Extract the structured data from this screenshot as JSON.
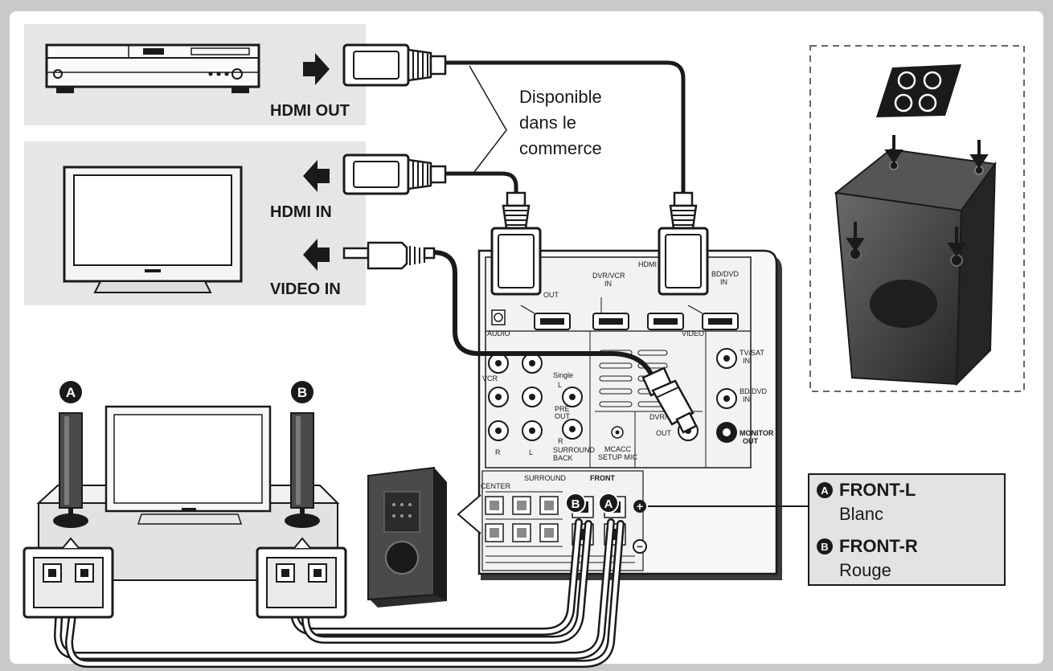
{
  "labels": {
    "hdmi_out": "HDMI OUT",
    "hdmi_in": "HDMI IN",
    "video_in": "VIDEO IN",
    "cable_note": [
      "Disponible",
      "dans le",
      "commerce"
    ],
    "badge_a": "A",
    "badge_b": "B"
  },
  "receiver": {
    "hdmi": "HDMI",
    "out": "OUT",
    "dvr_vcr_in": [
      "DVR/VCR",
      "IN"
    ],
    "bd_dvd_in": [
      "BD/DVD",
      "IN"
    ],
    "audio": "AUDIO",
    "video": "VIDEO",
    "vcr": "VCR",
    "single": "Single",
    "l": "L",
    "r": "R",
    "pre_out": [
      "PRE",
      "OUT"
    ],
    "surround_back": [
      "SURROUND",
      "BACK"
    ],
    "dvr_v": "DVR/V",
    "mcacc": [
      "MCACC",
      "SETUP MIC"
    ],
    "tv_sat_in": [
      "TV/SAT",
      "IN"
    ],
    "monitor_out": [
      "MONITOR",
      "OUT"
    ],
    "center": "CENTER",
    "surround": "SURROUND",
    "front": "FRONT",
    "plus": "+",
    "minus": "−"
  },
  "legend": {
    "items": [
      {
        "badge": "A",
        "name": "FRONT-L",
        "color_name": "Blanc"
      },
      {
        "badge": "B",
        "name": "FRONT-R",
        "color_name": "Rouge"
      }
    ]
  },
  "colors": {
    "frame": "#c9c9c9",
    "panel": "#ffffff",
    "zone": "#e6e6e6",
    "ink": "#1a1a1a",
    "legend_bg": "#e3e3e3"
  }
}
